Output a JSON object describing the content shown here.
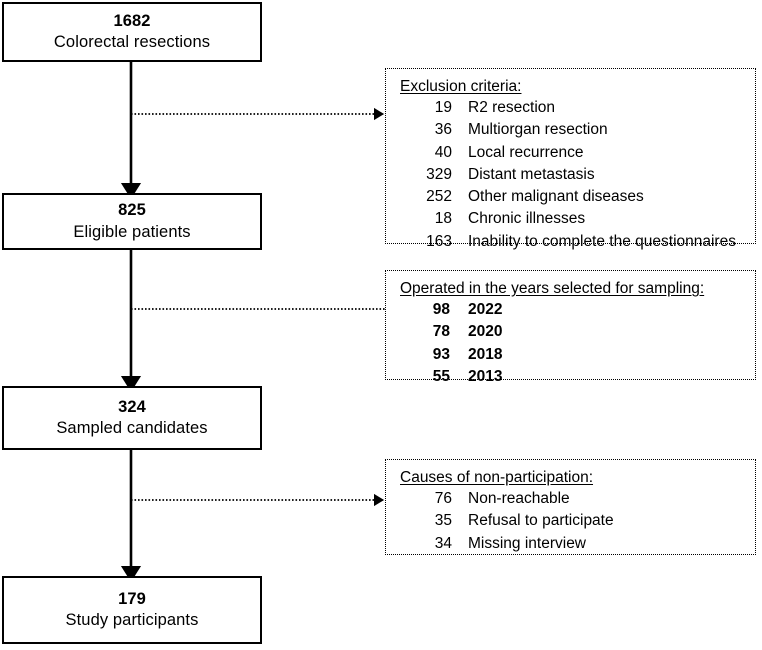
{
  "figure": {
    "type": "flowchart",
    "orientation": "vertical",
    "colors": {
      "stroke": "#000000",
      "background": "#ffffff",
      "text": "#000000"
    }
  },
  "flow": {
    "nodes": [
      {
        "count": "1682",
        "caption": "Colorectal resections"
      },
      {
        "count": "825",
        "caption": "Eligible patients"
      },
      {
        "count": "324",
        "caption": "Sampled candidates"
      },
      {
        "count": "179",
        "caption": "Study participants"
      }
    ]
  },
  "side_notes": [
    {
      "title": "Exclusion criteria:",
      "connector": "dotted-arrow",
      "rows": [
        {
          "n": "19",
          "label": "R2 resection"
        },
        {
          "n": "36",
          "label": "Multiorgan resection"
        },
        {
          "n": "40",
          "label": "Local recurrence"
        },
        {
          "n": "329",
          "label": "Distant metastasis"
        },
        {
          "n": "252",
          "label": "Other malignant diseases"
        },
        {
          "n": "18",
          "label": "Chronic illnesses"
        },
        {
          "n": "163",
          "label": "Inability to complete the questionnaires"
        }
      ]
    },
    {
      "title": "Operated in the years selected for sampling:",
      "connector": "dotted-line",
      "rows": [
        {
          "n": "98",
          "label": "2022"
        },
        {
          "n": "78",
          "label": "2020"
        },
        {
          "n": "93",
          "label": "2018"
        },
        {
          "n": "55",
          "label": "2013"
        }
      ]
    },
    {
      "title": "Causes of non-participation:",
      "connector": "dotted-arrow",
      "rows": [
        {
          "n": "76",
          "label": "Non-reachable"
        },
        {
          "n": "35",
          "label": "Refusal to participate"
        },
        {
          "n": "34",
          "label": "Missing interview"
        }
      ]
    }
  ]
}
